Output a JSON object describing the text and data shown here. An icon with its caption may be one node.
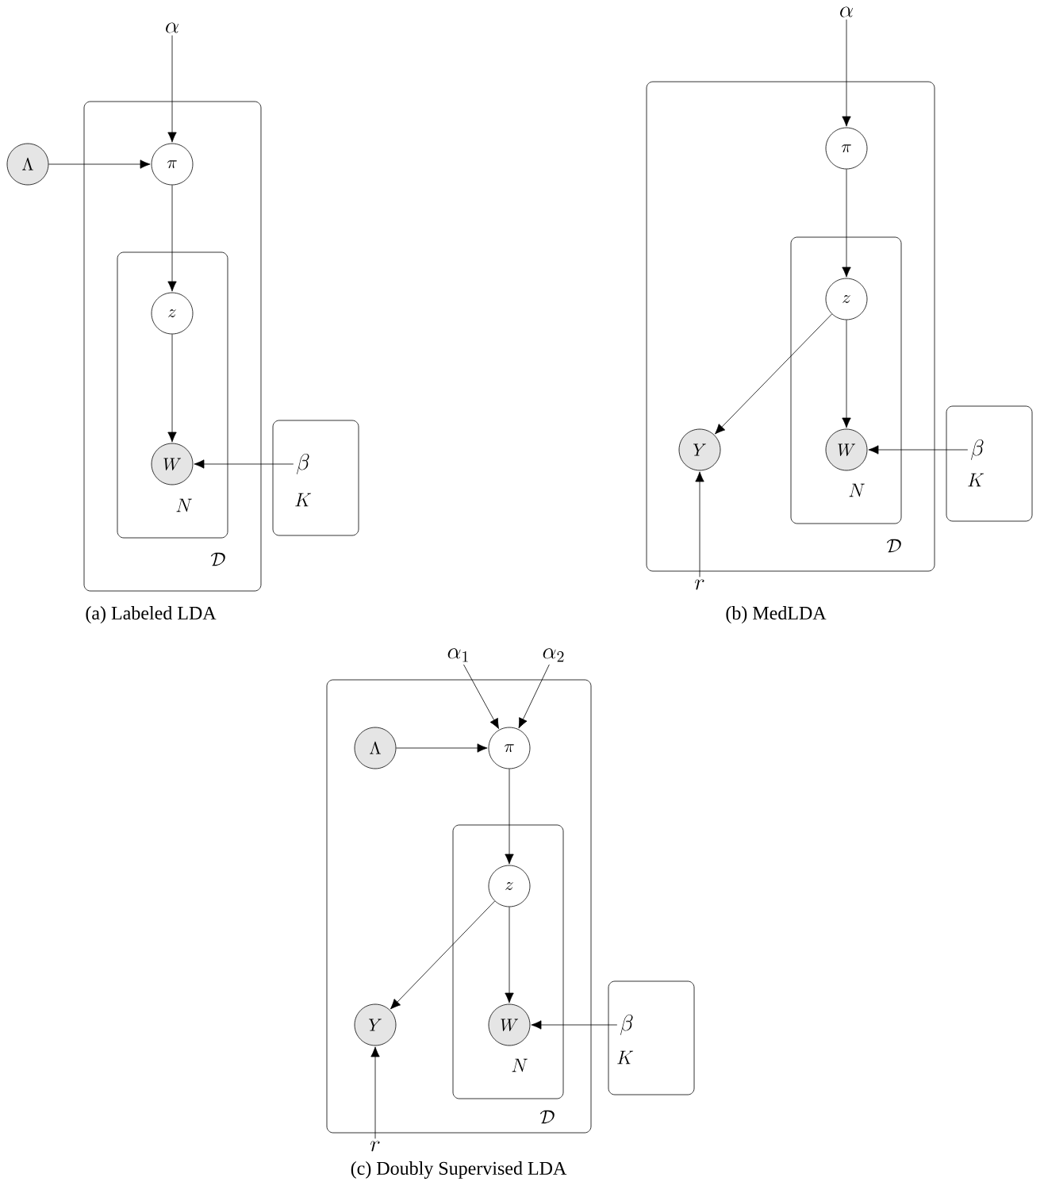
{
  "diagram": {
    "nodes": [
      {
        "text": [
          "\\alpha"
        ]
      },
      {
        "text": [
          "\\mathcal{D}"
        ]
      },
      {
        "text": [
          "\\Lambda"
        ]
      },
      {
        "text": [
          "\\pi"
        ],
        "in": 1
      },
      {
        "text": [
          "N"
        ],
        "in": 1
      },
      {
        "text": [
          "z"
        ],
        "in": 4
      },
      {
        "text": [
          "W"
        ],
        "in": 4
      },
      {
        "text": [
          "K"
        ]
      },
      {
        "text": [
          "\\beta"
        ],
        "in": 7
      },
      {
        "text": [
          "\\alpha"
        ]
      },
      {
        "text": [
          "\\mathcal{D}"
        ]
      },
      {
        "text": [
          "\\pi"
        ],
        "in": 10
      },
      {
        "text": [
          "N"
        ],
        "in": 10
      },
      {
        "text": [
          "z"
        ],
        "in": 12
      },
      {
        "text": [
          "Y"
        ],
        "in": 10
      },
      {
        "text": [
          "W"
        ],
        "in": 12
      },
      {
        "text": [
          "K"
        ]
      },
      {
        "text": [
          "\\beta"
        ],
        "in": 16
      },
      {
        "text": [
          "r"
        ]
      },
      {
        "text": [
          "\\alpha_1"
        ]
      },
      {
        "text": [
          "\\alpha_2"
        ]
      },
      {
        "text": [
          "\\mathcal{D}"
        ]
      },
      {
        "text": [
          "\\Lambda"
        ],
        "in": 21
      },
      {
        "text": [
          "\\pi"
        ],
        "in": 21
      },
      {
        "text": [
          "N"
        ],
        "in": 21
      },
      {
        "text": [
          "z"
        ],
        "in": 24
      },
      {
        "text": [
          "Y"
        ],
        "in": 21
      },
      {
        "text": [
          "W"
        ],
        "in": 24
      },
      {
        "text": [
          "K"
        ]
      },
      {
        "text": [
          "\\beta"
        ],
        "in": 28
      },
      {
        "text": [
          "r"
        ]
      }
    ],
    "edges": [
      {
        "from": 0,
        "to": 3,
        "arrow": "to"
      },
      {
        "from": 2,
        "to": 3,
        "arrow": "to"
      },
      {
        "from": 3,
        "to": 5,
        "arrow": "to"
      },
      {
        "from": 5,
        "to": 6,
        "arrow": "to"
      },
      {
        "from": 8,
        "to": 6,
        "arrow": "to"
      },
      {
        "from": 9,
        "to": 11,
        "arrow": "to"
      },
      {
        "from": 11,
        "to": 13,
        "arrow": "to"
      },
      {
        "from": 13,
        "to": 14,
        "arrow": "to"
      },
      {
        "from": 13,
        "to": 15,
        "arrow": "to"
      },
      {
        "from": 17,
        "to": 15,
        "arrow": "to"
      },
      {
        "from": 18,
        "to": 14,
        "arrow": "to"
      },
      {
        "from": 19,
        "to": 23,
        "arrow": "to"
      },
      {
        "from": 20,
        "to": 23,
        "arrow": "to"
      },
      {
        "from": 22,
        "to": 23,
        "arrow": "to"
      },
      {
        "from": 23,
        "to": 25,
        "arrow": "to"
      },
      {
        "from": 25,
        "to": 26,
        "arrow": "to"
      },
      {
        "from": 25,
        "to": 27,
        "arrow": "to"
      },
      {
        "from": 29,
        "to": 27,
        "arrow": "to"
      },
      {
        "from": 30,
        "to": 26,
        "arrow": "to"
      }
    ],
    "labels": [
      "(a) Labeled LDA",
      "(b) MedLDA",
      "(c) Doubly Supervised LDA"
    ]
  }
}
